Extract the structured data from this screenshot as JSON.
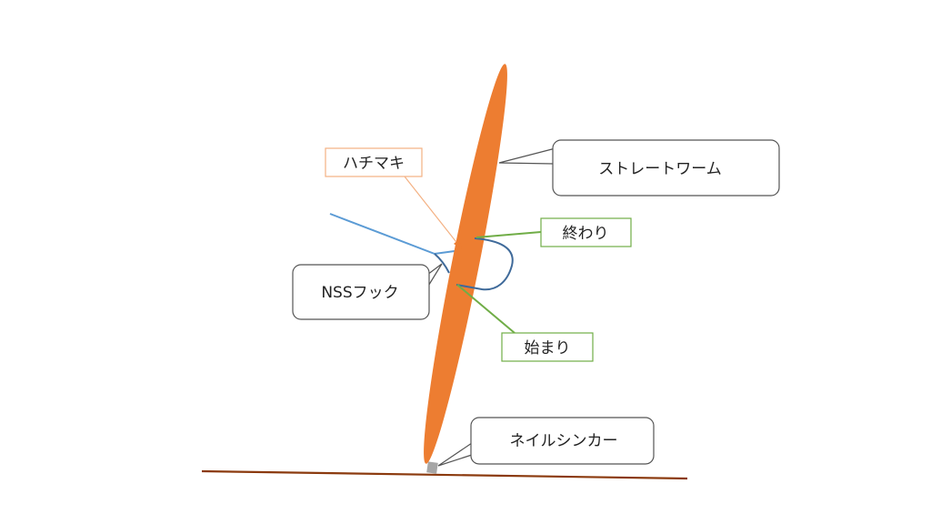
{
  "labels": {
    "worm": "ストレートワーム",
    "hachimaki": "ハチマキ",
    "owari": "終わり",
    "nss_hook": "NSSフック",
    "hajimari": "始まり",
    "nail_sinker": "ネイルシンカー"
  },
  "colors": {
    "worm": "#ED7D31",
    "hook": "#3F6A9A",
    "line": "#5B9BD5",
    "ground": "#8B3A0E",
    "green_callout": "#70AD47",
    "orange_callout": "#F4B183",
    "callout_border": "#555555",
    "sinker": "#A6A6A6"
  }
}
